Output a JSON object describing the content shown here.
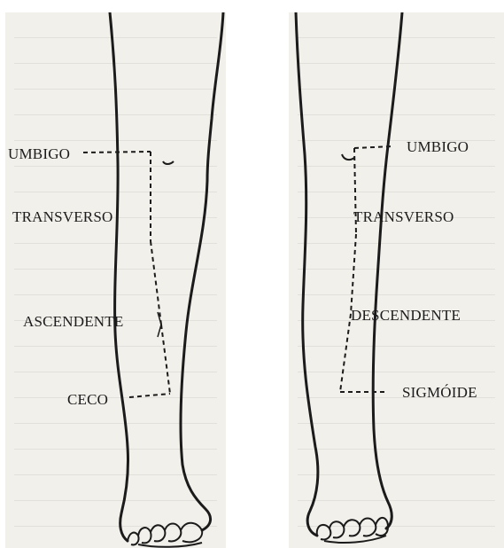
{
  "left_panel": {
    "labels": {
      "umbigo": "UMBIGO",
      "transverso": "TRANSVERSO",
      "ascendente": "ASCENDENTE",
      "ceco": "CECO"
    }
  },
  "right_panel": {
    "labels": {
      "umbigo": "UMBIGO",
      "transverso": "TRANSVERSO",
      "descendente": "DESCENDENTE",
      "sigmoide": "SIGMÓIDE"
    }
  },
  "colors": {
    "ink": "#1b1b1b",
    "paper": "#f2f0ea"
  }
}
